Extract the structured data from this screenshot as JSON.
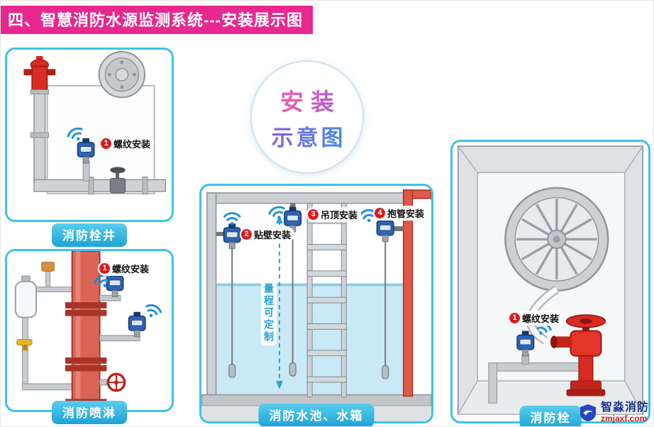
{
  "title": "四、智慧消防水源监测系统---安装展示图",
  "badge": {
    "line1": "安装",
    "line2": "示意图"
  },
  "panels": {
    "hydrant_well": {
      "caption": "消防栓井",
      "callouts": [
        {
          "num": "1",
          "text": "螺纹安装"
        }
      ]
    },
    "sprinkler": {
      "caption": "消防喷淋",
      "callouts": [
        {
          "num": "1",
          "text": "螺纹安装"
        }
      ]
    },
    "water_tank": {
      "caption": "消防水池、水箱",
      "callouts": [
        {
          "num": "2",
          "text": "贴壁安装"
        },
        {
          "num": "3",
          "text": "吊顶安装"
        },
        {
          "num": "4",
          "text": "抱管安装"
        }
      ],
      "note": "量程可定制"
    },
    "hydrant": {
      "caption": "消防栓",
      "callouts": [
        {
          "num": "1",
          "text": "螺纹安装"
        }
      ]
    }
  },
  "watermark": {
    "brand": "智淼消防",
    "site": "zmjaxf.com"
  },
  "colors": {
    "accent_pink": "#e8288e",
    "panel_border": "#3ec2e8",
    "caption_bg": "#27abd8",
    "callout_red": "#e0181f",
    "wifi_blue": "#1f8fd6",
    "water": "#c9e9f6",
    "note_blue": "#2a9fd8",
    "hydrant_red": "#d92b20"
  }
}
